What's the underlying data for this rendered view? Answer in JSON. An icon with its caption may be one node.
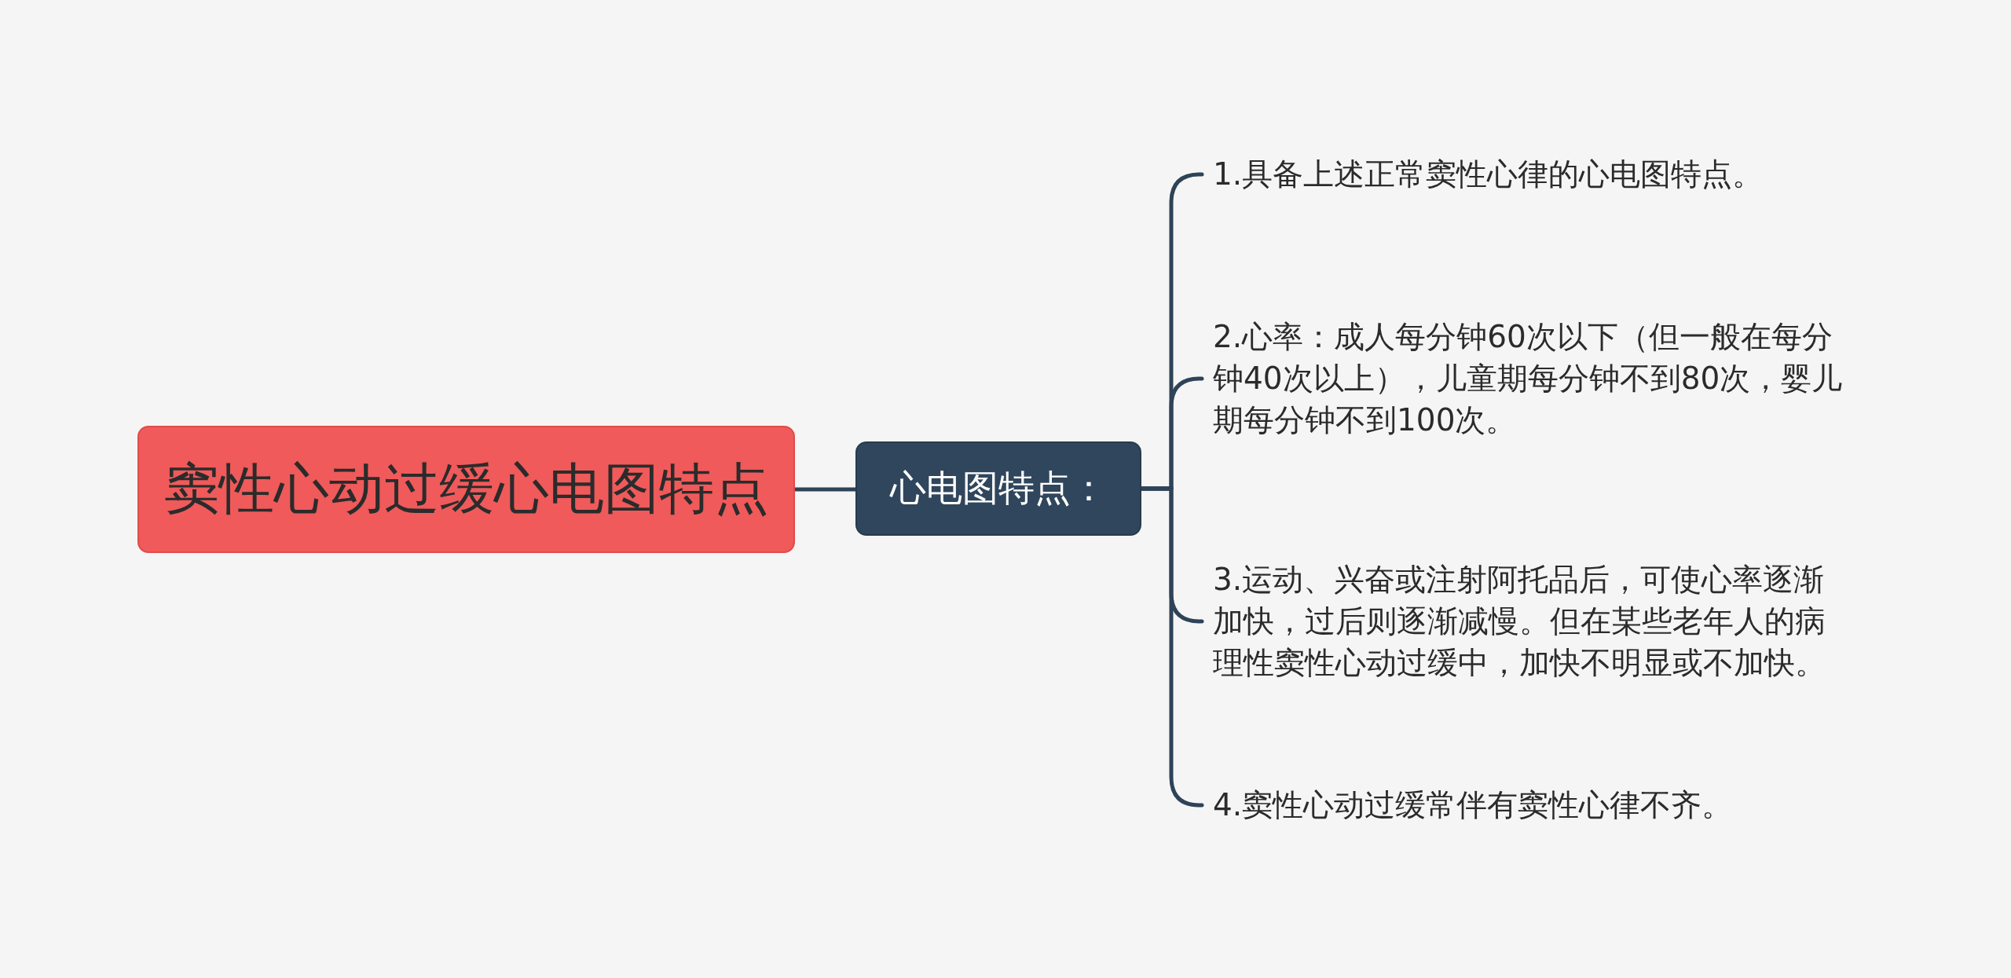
{
  "diagram": {
    "nodes": [
      {
        "text": [
          "窦性心动过缓心电图特点"
        ]
      },
      {
        "text": [
          "心电图特点："
        ]
      },
      {
        "text": [
          "1.具备上述正常窦性心律的心电图特点。"
        ]
      },
      {
        "text": [
          "2.心率：成人每分钟60次以下（但一般在每分钟40次以上），儿童期每分钟不到80次，婴儿期每分钟不到100次。"
        ]
      },
      {
        "text": [
          "3.运动、兴奋或注射阿托品后，可使心率逐渐加快，过后则逐渐减慢。但在某些老年人的病理性窦性心动过缓中，加快不明显或不加快。"
        ]
      },
      {
        "text": [
          "4.窦性心动过缓常伴有窦性心律不齐。"
        ]
      }
    ],
    "edges": [
      {
        "from": 0,
        "to": 1,
        "arrow": "none"
      },
      {
        "from": 1,
        "to": 2,
        "arrow": "none"
      },
      {
        "from": 1,
        "to": 3,
        "arrow": "none"
      },
      {
        "from": 1,
        "to": 4,
        "arrow": "none"
      },
      {
        "from": 1,
        "to": 5,
        "arrow": "none"
      }
    ]
  }
}
